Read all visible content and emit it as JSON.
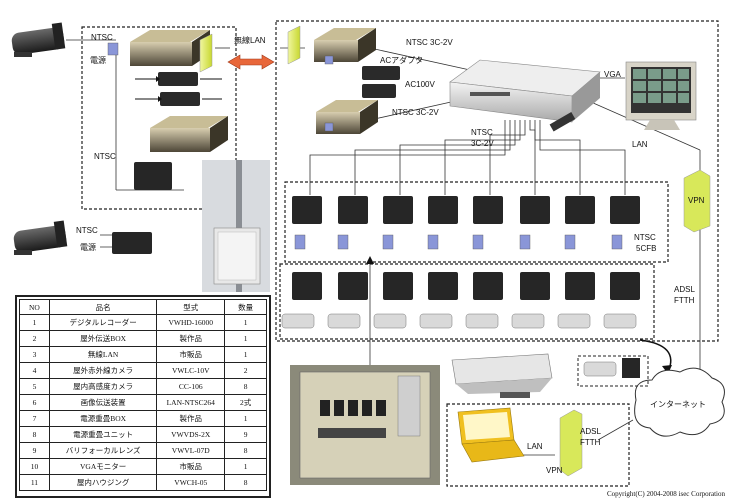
{
  "labels": {
    "ntsc_left_top": "NTSC",
    "power_left_top": "電源",
    "ntsc_left_mid": "NTSC",
    "ntsc_left_bottom": "NTSC",
    "power_left_bottom": "電源",
    "wireless_lan": "無線LAN",
    "ntsc_3c2v_top": "NTSC  3C-2V",
    "ac_adapter": "ACアダプタ",
    "ac100v": "AC100V",
    "ntsc_3c2v_mid": "NTSC  3C-2V",
    "vga": "VGA",
    "ntsc_center_1": "NTSC",
    "ntsc_center_2": "3C-2V",
    "lan_right": "LAN",
    "vpn_right": "VPN",
    "ntsc_5cfb_1": "NTSC",
    "ntsc_5cfb_2": "5CFB",
    "adsl_1": "ADSL",
    "adsl_2": "FTTH",
    "internet": "インターネット",
    "lan_bottom": "LAN",
    "vpn_bottom": "VPN",
    "adsl_bottom_1": "ADSL",
    "adsl_bottom_2": "FTTH"
  },
  "parts_table": {
    "headers": [
      "NO",
      "品名",
      "型式",
      "数量"
    ],
    "rows": [
      [
        "1",
        "デジタルレコーダー",
        "VWHD-16000",
        "1"
      ],
      [
        "2",
        "屋外伝送BOX",
        "製作品",
        "1"
      ],
      [
        "3",
        "無線LAN",
        "市販品",
        "1"
      ],
      [
        "4",
        "屋外赤外線カメラ",
        "VWLC-10V",
        "2"
      ],
      [
        "5",
        "屋内高感度カメラ",
        "CC-106",
        "8"
      ],
      [
        "6",
        "画像伝送装置",
        "LAN-NTSC264",
        "2式"
      ],
      [
        "7",
        "電源重畳BOX",
        "製作品",
        "1"
      ],
      [
        "8",
        "電源重畳ユニット",
        "VWVDS-2X",
        "9"
      ],
      [
        "9",
        "バリフォーカルレンズ",
        "VWVL-07D",
        "8"
      ],
      [
        "10",
        "VGAモニター",
        "市販品",
        "1"
      ],
      [
        "11",
        "屋内ハウジング",
        "VWCH-05",
        "8"
      ]
    ]
  },
  "copyright": "Copyright(C) 2004-2008  isec Corporation",
  "colors": {
    "vpn_box": "#d8e85a",
    "wireless_arrow": "#e8673a",
    "laptop": "#f0c020",
    "connector_blue": "#8a96d8"
  }
}
